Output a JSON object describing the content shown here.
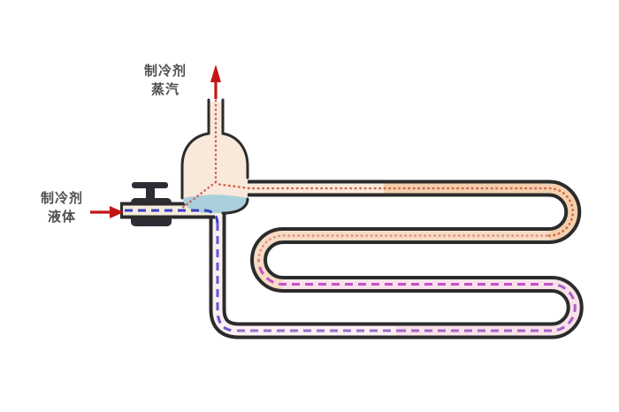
{
  "scene": {
    "labels": {
      "vapor": {
        "line1": "制冷剂",
        "line2": "蒸汽"
      },
      "liquid": {
        "line1": "制冷剂",
        "line2": "液体"
      }
    },
    "colors": {
      "background": "#ffffff",
      "outline": "#2b2b2b",
      "arrow_red": "#c41515",
      "label_text": "#4f4f4f",
      "vapor_dots_red": "#d85858",
      "hot_vapor_dots": "#d2684a",
      "warm_vapor_dots": "#e28f7d",
      "magenta_dashes": "#c74ecb",
      "violet_dashes": "#a862c8",
      "purple_dashes": "#9570c8",
      "blue_purple_dashes": "#6a55d0",
      "liquid_blue_dashes": "#3a3ec4",
      "liquid_pool_blue": "#a9d0da",
      "vessel_fill": "#f8e9da",
      "inlet_pipe_fill": "#f4ecda",
      "tube_hot_fill": "#f3d0ae",
      "tube_warm_fill": "#f6dcc4",
      "tube_cool_fill": "#f8e2e9",
      "tube_cold_fill": "#faf0f3",
      "valve_body": "#2d2d36"
    }
  }
}
